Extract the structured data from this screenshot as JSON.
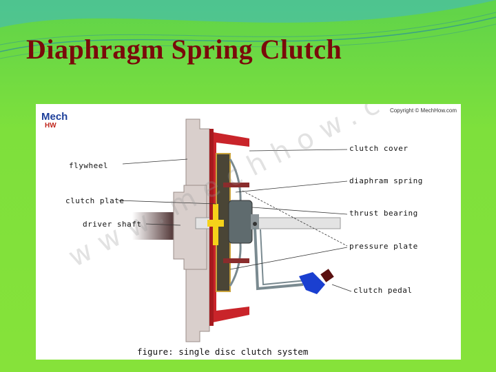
{
  "slide": {
    "title": "Diaphragm Spring Clutch"
  },
  "figure": {
    "copyright": "Copyright © MechHow.com",
    "watermark": "www.mechhow.com",
    "logo_top": "Mech",
    "logo_bottom": "HW",
    "caption": "figure:  single disc clutch system",
    "labels": {
      "flywheel": "flywheel",
      "clutch_plate": "clutch plate",
      "driver_shaft": "driver shaft",
      "clutch_cover": "clutch cover",
      "diaphram_spring": "diaphram spring",
      "thrust_bearing": "thrust  bearing",
      "pressure_plate": "pressure plate",
      "clutch_pedal": "clutch pedal"
    }
  },
  "colors": {
    "title": "#7a0a0a",
    "background": "#7ee03c",
    "clutch_cover": "#c9242a",
    "pedal": "#1a3fd0",
    "shaft_yellow": "#f5d21a"
  }
}
